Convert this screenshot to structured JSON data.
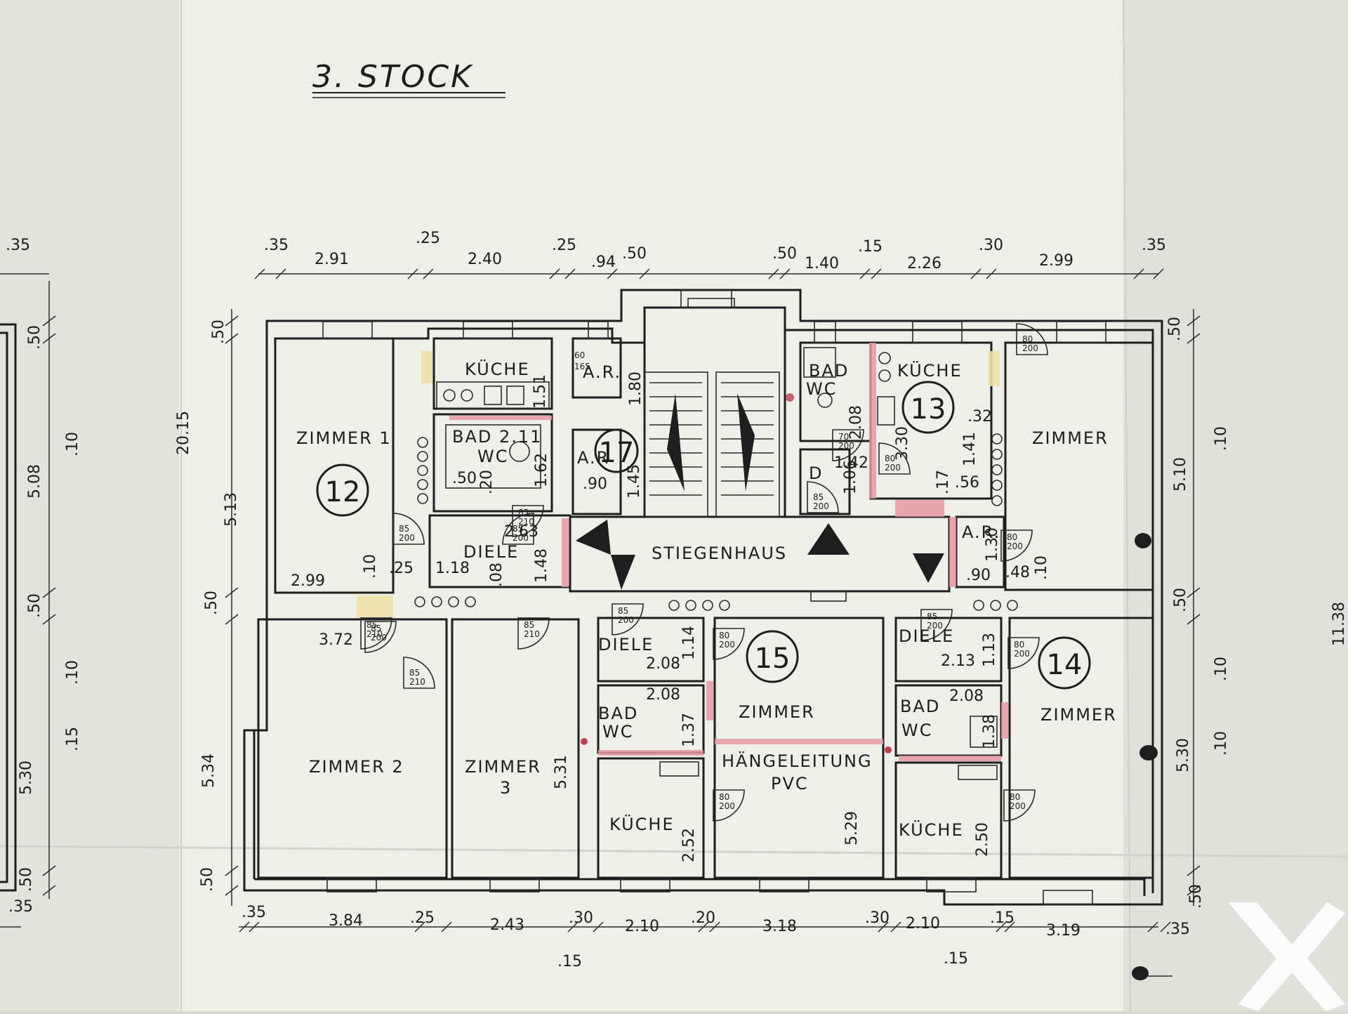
{
  "drawing": {
    "title": "3. STOCK",
    "watermark_icon": "crossed-hammers-logo-icon"
  },
  "rooms": {
    "zimmer1": "ZIMMER  1",
    "zimmer2": "ZIMMER  2",
    "zimmer3_a": "ZIMMER",
    "zimmer3_b": "3",
    "zimmer_right_top": "ZIMMER",
    "zimmer_15": "ZIMMER",
    "zimmer_14": "ZIMMER",
    "kueche_12": "KÜCHE",
    "kueche_13": "KÜCHE",
    "kueche_15": "KÜCHE",
    "kueche_14": "KÜCHE",
    "bad_12": "BAD 2.11",
    "wc_12": "WC",
    "bad_13": "BAD",
    "wc_13": "WC",
    "bad_15": "BAD",
    "wc_15": "WC",
    "bad_14": "BAD",
    "wc_14": "WC",
    "ar_12": "A.R.",
    "ar_17": "A.R",
    "ar_13": "A.R.",
    "diele_12": "DIELE",
    "diele_15": "DIELE",
    "diele_14": "DIELE",
    "d_13": "D",
    "stiegenhaus": "STIEGENHAUS",
    "haengeleitung_a": "HÄNGELEITUNG",
    "haengeleitung_b": "PVC"
  },
  "unit_numbers": [
    "12",
    "17",
    "13",
    "15",
    "14"
  ],
  "top_dimensions": [
    ".35",
    "2.91",
    ".25",
    "2.40",
    ".25",
    ".94",
    ".50",
    ".50",
    "1.40",
    ".15",
    "2.26",
    ".30",
    "2.99",
    ".35"
  ],
  "bottom_dimensions": [
    ".35",
    "3.84",
    ".25",
    "2.43",
    ".30",
    "2.10",
    ".20",
    "3.18",
    ".30",
    "2.10",
    ".15",
    "3.19",
    ".35"
  ],
  "bottom_sub_dimensions": [
    ".15",
    ".15"
  ],
  "left_dimensions": [
    ".35",
    ".50",
    "5.08",
    ".50",
    "5.30",
    ".50",
    ".35"
  ],
  "left_inner_dimensions": [
    ".50",
    "20.15",
    "5.13",
    ".50",
    "5.34",
    ".50"
  ],
  "left_mid_dimensions": [
    ".10",
    ".10",
    ".15"
  ],
  "right_dimensions": [
    ".50",
    "5.10",
    ".50",
    "5.30",
    ".50"
  ],
  "right_mid_dimensions": [
    ".10",
    ".10",
    ".10"
  ],
  "right_edge_dimension": "11.38",
  "interior_dimensions": {
    "k12_h": "1.51",
    "bad12_a": ".50",
    "bad12_b": ".20",
    "bad12_c": "1.62",
    "ar12_a": "60",
    "ar12_b": "165",
    "ar12_c": "1.80",
    "ar17_a": ".90",
    "ar17_b": "1.45",
    "diele12_a": "2.63",
    "diele12_b": "1.18",
    "diele12_c": ".08",
    "diele12_d": "1.48",
    "diele12_e": ".25",
    "diele12_f": ".10",
    "z1_w": "2.99",
    "z2_w": "3.72",
    "z3_h": "5.31",
    "bad13_a": "2.08",
    "bad13_b": "1.42",
    "d13_a": "1.06",
    "k13_a": "3.30",
    "k13_b": ".32",
    "k13_c": "1.41",
    "k13_d": ".56",
    "k13_e": ".17",
    "ar13_a": "1.30",
    "ar13_b": ".90",
    "ar13_c": ".48",
    "ar13_d": ".10",
    "diele15_a": "2.08",
    "diele15_b": "1.14",
    "bad15_a": "2.08",
    "bad15_b": "1.37",
    "k15_h": "2.52",
    "z15_h": "5.29",
    "diele14_a": "2.13",
    "diele14_b": "1.13",
    "bad14_a": "2.08",
    "bad14_b": "1.38",
    "k14_h": "2.50"
  },
  "door_labels": [
    {
      "w": "85",
      "h": "200"
    },
    {
      "w": "85",
      "h": "200"
    },
    {
      "w": "80",
      "h": "200"
    },
    {
      "w": "85",
      "h": "210"
    },
    {
      "w": "85",
      "h": "210"
    },
    {
      "w": "85",
      "h": "210"
    },
    {
      "w": "85",
      "h": "200"
    },
    {
      "w": "80",
      "h": "200"
    },
    {
      "w": "80",
      "h": "200"
    },
    {
      "w": "80",
      "h": "200"
    },
    {
      "w": "85",
      "h": "210"
    },
    {
      "w": "80",
      "h": "200"
    },
    {
      "w": "85",
      "h": "200"
    },
    {
      "w": "80",
      "h": "200"
    },
    {
      "w": "70",
      "h": "200"
    },
    {
      "w": "85",
      "h": "200"
    },
    {
      "w": "80",
      "h": "200"
    },
    {
      "w": "85",
      "h": "200"
    }
  ],
  "colors": {
    "paper": "#efefea",
    "ink": "#1e1e1e",
    "pink_marking": "#e59aa3",
    "yellow_marking": "#ecdfa8"
  }
}
